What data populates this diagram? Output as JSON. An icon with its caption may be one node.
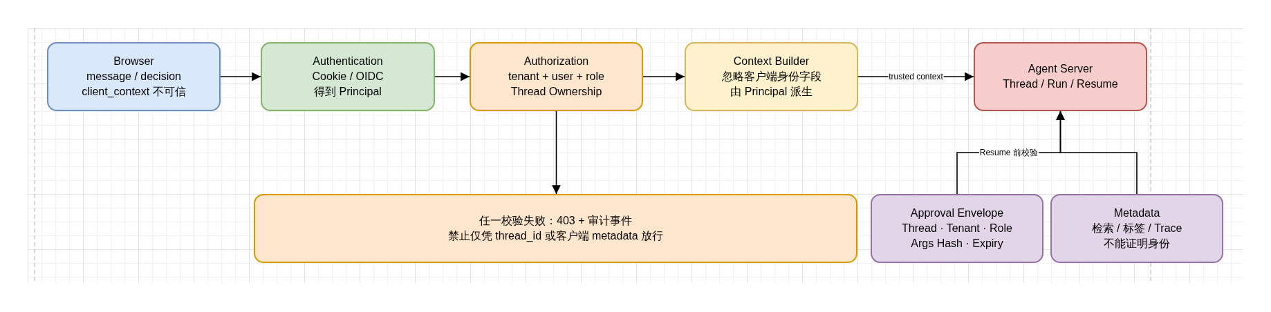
{
  "diagram": {
    "nodes": [
      {
        "text": [
          "Browser",
          "message / decision",
          "client_context 不可信"
        ]
      },
      {
        "text": [
          "Authentication",
          "Cookie / OIDC",
          "得到 Principal"
        ]
      },
      {
        "text": [
          "Authorization",
          "tenant + user + role",
          "Thread Ownership"
        ]
      },
      {
        "text": [
          "Context Builder",
          "忽略客户端身份字段",
          "由 Principal 派生"
        ]
      },
      {
        "text": [
          "Agent Server",
          "Thread / Run / Resume"
        ]
      },
      {
        "text": [
          "任一校验失败：403 + 审计事件",
          "禁止仅凭 thread_id 或客户端 metadata 放行"
        ]
      },
      {
        "text": [
          "Approval Envelope",
          "Thread · Tenant · Role",
          "Args Hash · Expiry"
        ]
      },
      {
        "text": [
          "Metadata",
          "检索 / 标签 / Trace",
          "不能证明身份"
        ]
      }
    ],
    "edges": [
      {
        "from": 0,
        "to": 1,
        "arrow": "to"
      },
      {
        "from": 1,
        "to": 2,
        "arrow": "to"
      },
      {
        "from": 2,
        "to": 3,
        "arrow": "to"
      },
      {
        "from": 3,
        "to": 4,
        "arrow": "to",
        "label": "trusted context"
      },
      {
        "from": 2,
        "to": 5,
        "arrow": "to"
      },
      {
        "from": 6,
        "to": 4,
        "arrow": "to",
        "label": "Resume 前校验"
      },
      {
        "from": 7,
        "to": 4,
        "arrow": "to"
      }
    ]
  }
}
